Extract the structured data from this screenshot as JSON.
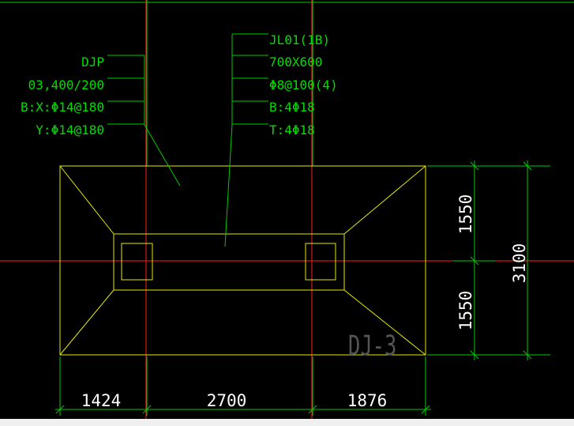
{
  "foundation_labels": [
    "DJP",
    "03,400/200",
    "B:X:Φ14@180",
    "Y:Φ14@180"
  ],
  "beam_labels": [
    "JL01(1B)",
    "700X600",
    "Φ8@100(4)",
    "B:4Φ18",
    "T:4Φ18"
  ],
  "bottom_dims": [
    "1424",
    "2700",
    "1876"
  ],
  "right_dims": [
    "1550",
    "1550"
  ],
  "right_total": "3100",
  "watermark": "DJ-3",
  "colors": {
    "background": "#000000",
    "axis": "#ff2020",
    "outline": "#e8e800",
    "leader": "#00dd00",
    "dim_text": "#ffffff",
    "watermark": "#555555",
    "status_bar": "#f0f0f0"
  }
}
